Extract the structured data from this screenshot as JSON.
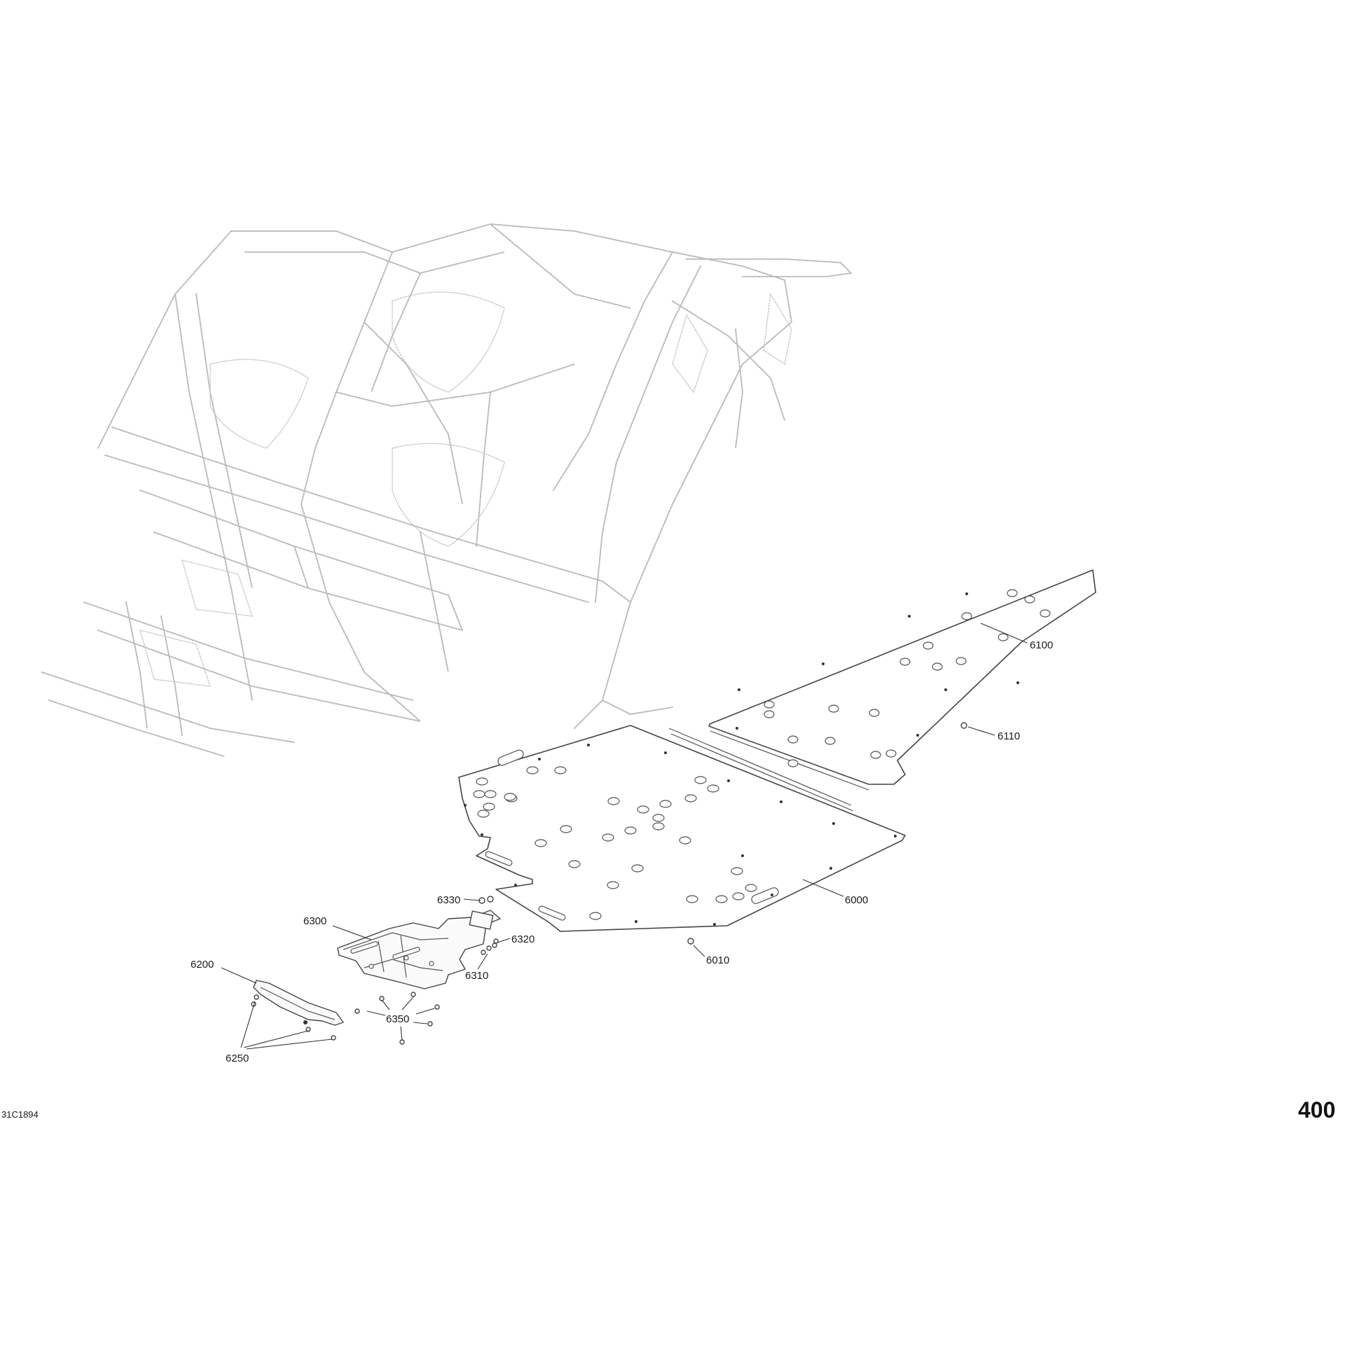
{
  "callouts": {
    "p6000": "6000",
    "p6010": "6010",
    "p6100": "6100",
    "p6110": "6110",
    "p6200": "6200",
    "p6250": "6250",
    "p6300": "6300",
    "p6310": "6310",
    "p6320": "6320",
    "p6330": "6330",
    "p6350": "6350"
  },
  "drawing_code": "31C1894",
  "page_number": "400"
}
